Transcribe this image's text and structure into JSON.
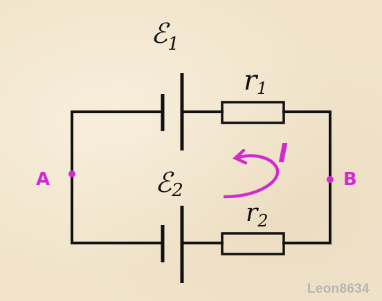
{
  "labels": {
    "emf1_symbol": "ℰ",
    "emf1_subscript": "1",
    "emf2_symbol": "ℰ",
    "emf2_subscript": "2",
    "r1_symbol": "r",
    "r1_subscript": "1",
    "r2_symbol": "r",
    "r2_subscript": "2",
    "current": "I",
    "node_a": "A",
    "node_b": "B"
  },
  "watermark": "Leon8634",
  "colors": {
    "wire": "#111111",
    "annotation": "#d22ad0",
    "background": "#f1e4cb",
    "watermark": "#b8b6b3"
  }
}
